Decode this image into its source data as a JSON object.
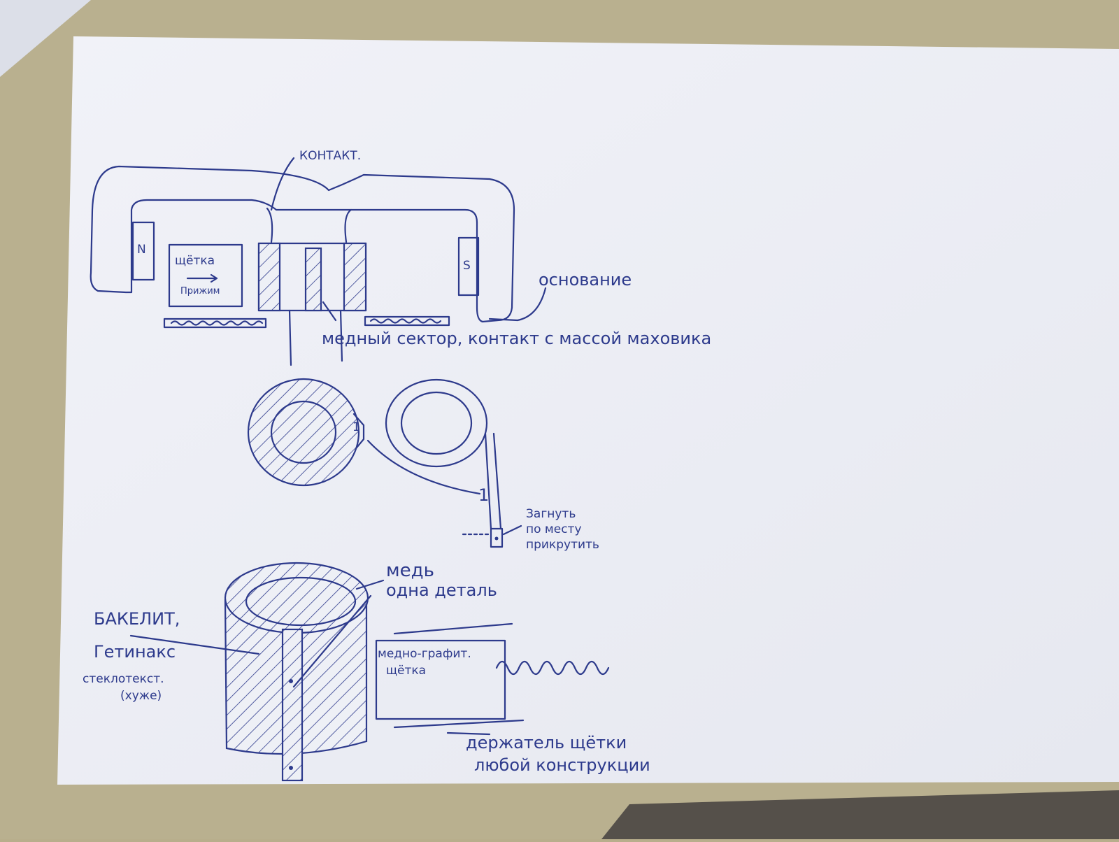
{
  "colors": {
    "ink": "#2d3a8c",
    "paper": "#eef0f6",
    "table": "#b8ae8c",
    "table_shadow": "#8a8268"
  },
  "labels": {
    "kontakt": "КОНТАКТ.",
    "magnet_n": "N",
    "magnet_s": "S",
    "shchetka": "щётка",
    "prizhim": "Прижим",
    "osnovanie": "основание",
    "medny_sektor": "медный сектор, контакт с массой маховика",
    "num1_a": "1",
    "num1_b": "1",
    "zagnut_line1": "Загнуть",
    "zagnut_line2": "по месту",
    "zagnut_line3": "прикрутить",
    "med_line1": "медь",
    "med_line2": "одна деталь",
    "bakelit_line1": "БАКЕЛИТ,",
    "bakelit_line2": "Гетинакс",
    "bakelit_line3": "стеклотекст.",
    "bakelit_line4": "(хуже)",
    "brush_line1": "медно-графит.",
    "brush_line2": "щётка",
    "holder_line1": "держатель щётки",
    "holder_line2": "любой конструкции"
  }
}
